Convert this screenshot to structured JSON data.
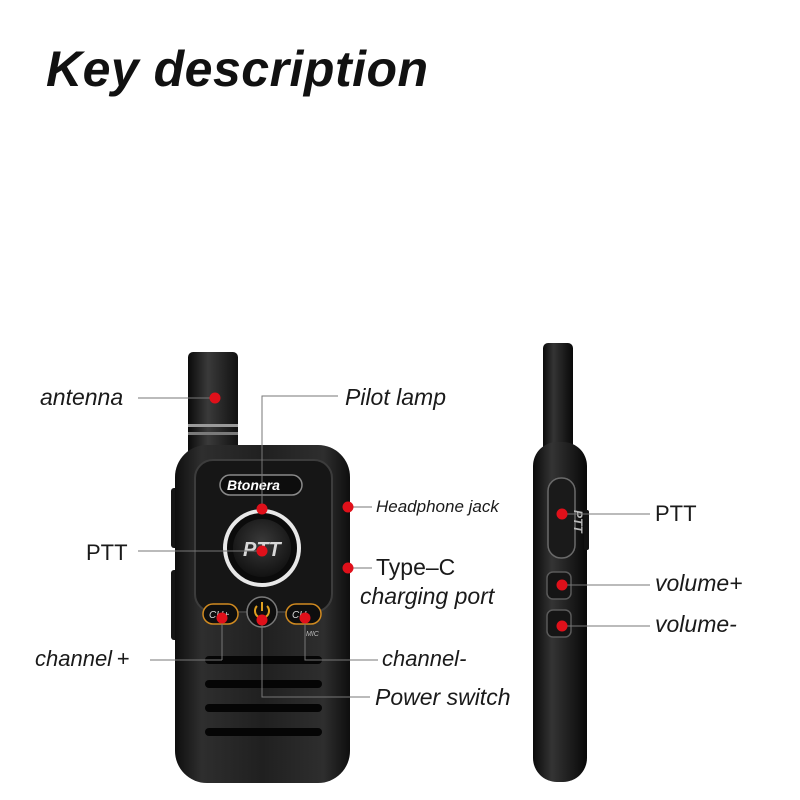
{
  "title": "Key description",
  "device": {
    "brand": "Btonera",
    "ptt_button_text": "PTT",
    "ch_plus_button_text": "CH+",
    "ch_minus_button_text": "CH-",
    "mic_text": "MIC",
    "side_ptt_text": "PTT"
  },
  "labels": {
    "antenna": "antenna",
    "pilot_lamp": "Pilot lamp",
    "headphone_jack": "Headphone jack",
    "ptt_front": "PTT",
    "type_c": "Type–C",
    "charging_port": "charging port",
    "channel_plus": "channel +",
    "channel_minus": "channel-",
    "power_switch": "Power switch",
    "ptt_side": "PTT",
    "volume_plus": "volume+",
    "volume_minus": "volume-"
  },
  "colors": {
    "marker": "#e0101a",
    "device_body": "#1c1c1c",
    "leader_line": "#777777"
  }
}
